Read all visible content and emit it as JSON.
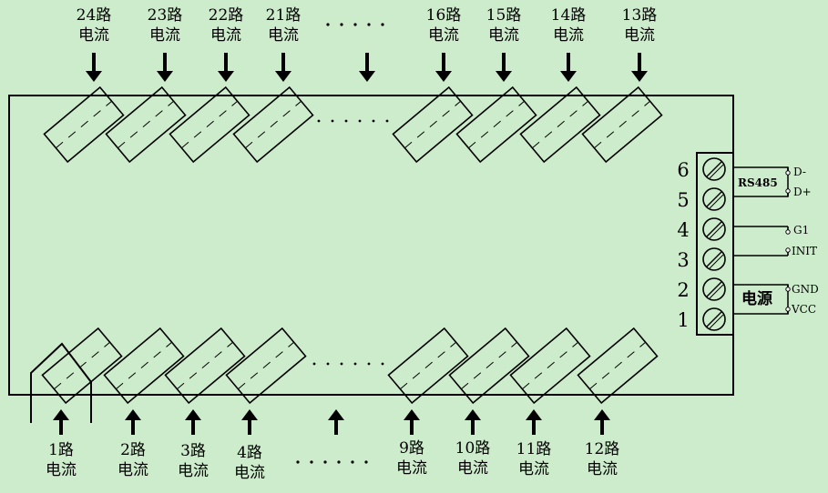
{
  "top_channels": [
    {
      "line1": "24路",
      "line2": "电流"
    },
    {
      "line1": "23路",
      "line2": "电流"
    },
    {
      "line1": "22路",
      "line2": "电流"
    },
    {
      "line1": "21路",
      "line2": "电流"
    },
    {
      "line1": "16路",
      "line2": "电流"
    },
    {
      "line1": "15路",
      "line2": "电流"
    },
    {
      "line1": "14路",
      "line2": "电流"
    },
    {
      "line1": "13路",
      "line2": "电流"
    }
  ],
  "bottom_channels": [
    {
      "line1": "1路",
      "line2": "电流"
    },
    {
      "line1": "2路",
      "line2": "电流"
    },
    {
      "line1": "3路",
      "line2": "电流"
    },
    {
      "line1": "4路",
      "line2": "电流"
    },
    {
      "line1": "9路",
      "line2": "电流"
    },
    {
      "line1": "10路",
      "line2": "电流"
    },
    {
      "line1": "11路",
      "line2": "电流"
    },
    {
      "line1": "12路",
      "line2": "电流"
    }
  ],
  "terminals": [
    "6",
    "5",
    "4",
    "3",
    "2",
    "1"
  ],
  "signals": {
    "rs485": "RS485",
    "d_minus": "D-",
    "d_plus": "D+",
    "g1": "G1",
    "init": "INIT",
    "power": "电源",
    "gnd": "GND",
    "vcc": "VCC"
  },
  "colors": {
    "background": "#cdeccb",
    "line": "#000000"
  }
}
